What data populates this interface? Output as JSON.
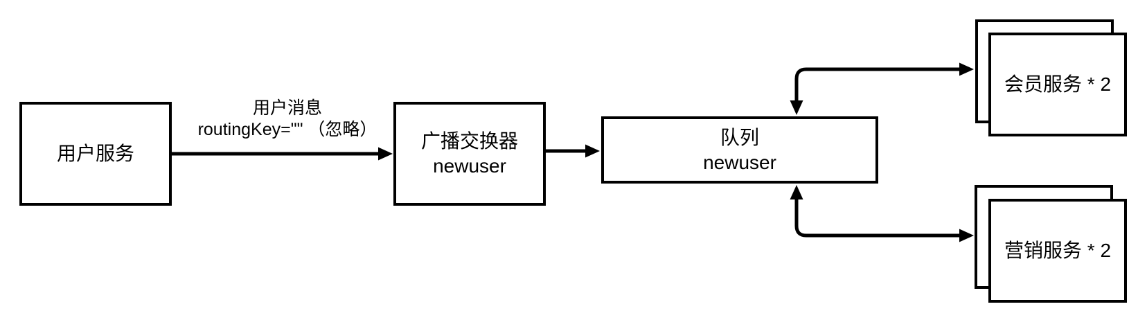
{
  "diagram": {
    "colors": {
      "stroke": "#000000",
      "background": "#ffffff"
    },
    "nodes": {
      "user_service": {
        "label": "用户服务"
      },
      "exchange": {
        "line1": "广播交换器",
        "line2": "newuser"
      },
      "queue": {
        "line1": "队列",
        "line2": "newuser"
      },
      "member_service": {
        "label": "会员服务 * 2"
      },
      "marketing_service": {
        "label": "营销服务 * 2"
      }
    },
    "edges": {
      "publish_label": {
        "line1": "用户消息",
        "line2": "routingKey=\"\" （忽略）"
      }
    }
  }
}
